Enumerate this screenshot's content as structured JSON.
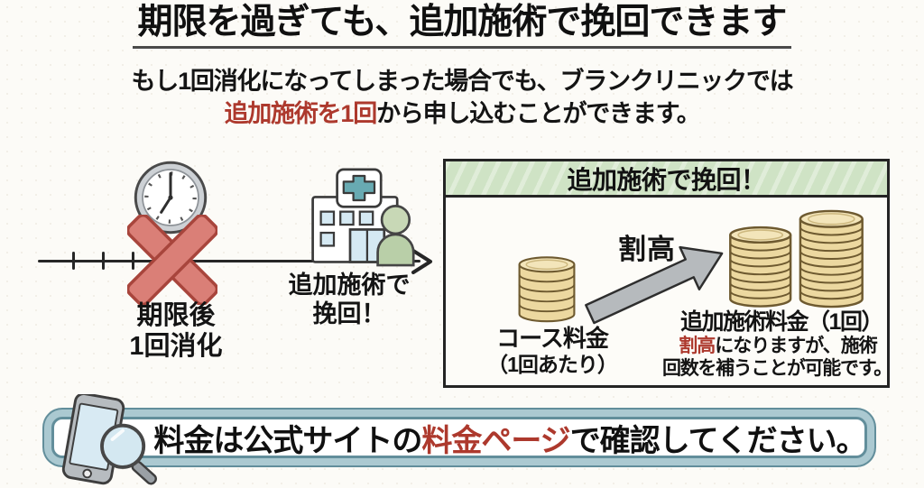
{
  "colors": {
    "background": "#fcfbf7",
    "accent_red": "#ad392d",
    "box_header_green": "#cfe3c5",
    "banner_band_teal": "#abc9d1",
    "banner_line_teal": "#628e9b",
    "x_mark_red": "#da7f77",
    "coin_gold": "#ecd8a0",
    "arrow_gray": "#b6babd"
  },
  "header": {
    "title": "期限を過ぎても、追加施術で挽回できます",
    "subtitle_line1": "もし1回消化になってしまった場合でも、ブランクリニックでは",
    "subtitle_line2_highlight": "追加施術を1回",
    "subtitle_line2_rest": "から申し込むことができます。"
  },
  "timeline": {
    "expired_line1": "期限後",
    "expired_line2": "1回消化",
    "recover_line1": "追加施術で",
    "recover_line2": "挽回！",
    "icons": [
      "clock-icon",
      "x-mark-icon",
      "hospital-icon",
      "arrowhead-icon"
    ]
  },
  "recovery_box": {
    "header": "追加施術で挽回！",
    "premium_label": "割高",
    "course_label_line1": "コース料金",
    "course_label_line2": "（1回あたり）",
    "additional_label": "追加施術料金（1回）",
    "note_line1_highlight": "割高",
    "note_line1_rest": "になりますが、施術",
    "note_line2": "回数を補うことが可能です。",
    "icons": [
      "coin-stack-small-icon",
      "up-arrow-icon",
      "coin-stacks-tall-icon"
    ]
  },
  "footer_banner": {
    "part1": "料金は公式サイトの",
    "highlight": "料金ページ",
    "part2": "で確認してください。",
    "icons": [
      "smartphone-icon",
      "magnifier-icon"
    ]
  }
}
